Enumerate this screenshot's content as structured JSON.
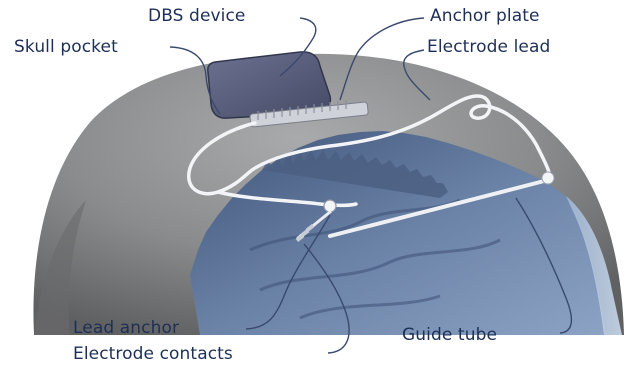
{
  "labels": {
    "dbs_device": "DBS device",
    "skull_pocket": "Skull pocket",
    "anchor_plate": "Anchor plate",
    "electrode_lead": "Electrode lead",
    "lead_anchor": "Lead anchor",
    "electrode_contacts": "Electrode contacts",
    "guide_tube": "Guide tube"
  },
  "colors": {
    "label_text": "#1e2f57",
    "leader_line": "#3a4a6e",
    "head_skin": "#8c8d8e",
    "skull_cutaway": "#5b7398",
    "device": "#5a5f7a",
    "lead_wire": "#f4f5f7"
  }
}
